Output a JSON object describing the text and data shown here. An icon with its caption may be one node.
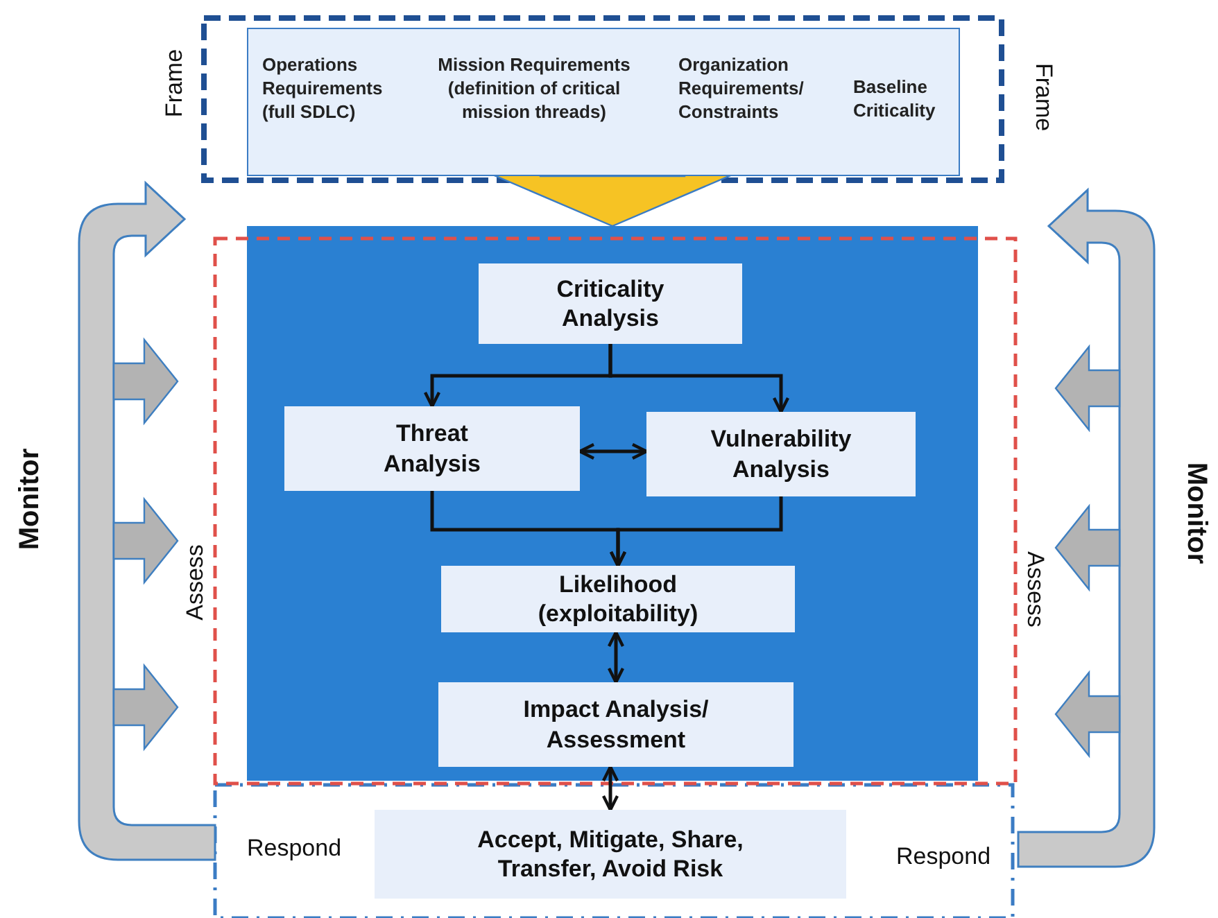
{
  "diagram": {
    "nodes": [
      {
        "text": [
          "Operations Requirements (full SDLC)",
          "Mission Requirements (definition of critical mission threads)",
          "Organization Requirements/ Constraints",
          "Baseline Criticality"
        ]
      },
      {
        "text": [],
        "shape": "box"
      },
      {
        "text": [
          "Criticality Analysis"
        ],
        "in": 1
      },
      {
        "text": [
          "Threat Analysis"
        ],
        "in": 1
      },
      {
        "text": [
          "Vulnerability Analysis"
        ],
        "in": 1
      },
      {
        "text": [
          "Likelihood (exploitability)"
        ],
        "in": 1
      },
      {
        "text": [
          "Impact Analysis/ Assessment"
        ],
        "in": 1
      },
      {
        "text": [
          "Accept, Mitigate, Share, Transfer, Avoid Risk"
        ]
      }
    ],
    "edges": [
      {
        "from": 0,
        "to": 1,
        "arrow": "to",
        "style": "thick",
        "color": "#f6c324"
      },
      {
        "from": 2,
        "to": 3,
        "arrow": "to"
      },
      {
        "from": 2,
        "to": 4,
        "arrow": "to"
      },
      {
        "from": 3,
        "to": 4,
        "arrow": "both"
      },
      {
        "from": 3,
        "to": 5,
        "arrow": "to"
      },
      {
        "from": 4,
        "to": 5,
        "arrow": "to"
      },
      {
        "from": 5,
        "to": 6,
        "arrow": "both"
      },
      {
        "from": 6,
        "to": 7,
        "arrow": "both"
      }
    ],
    "labels": [
      "Frame",
      "Frame",
      "Monitor",
      "Assess",
      "Assess",
      "Monitor",
      "Respond",
      "Respond"
    ]
  }
}
